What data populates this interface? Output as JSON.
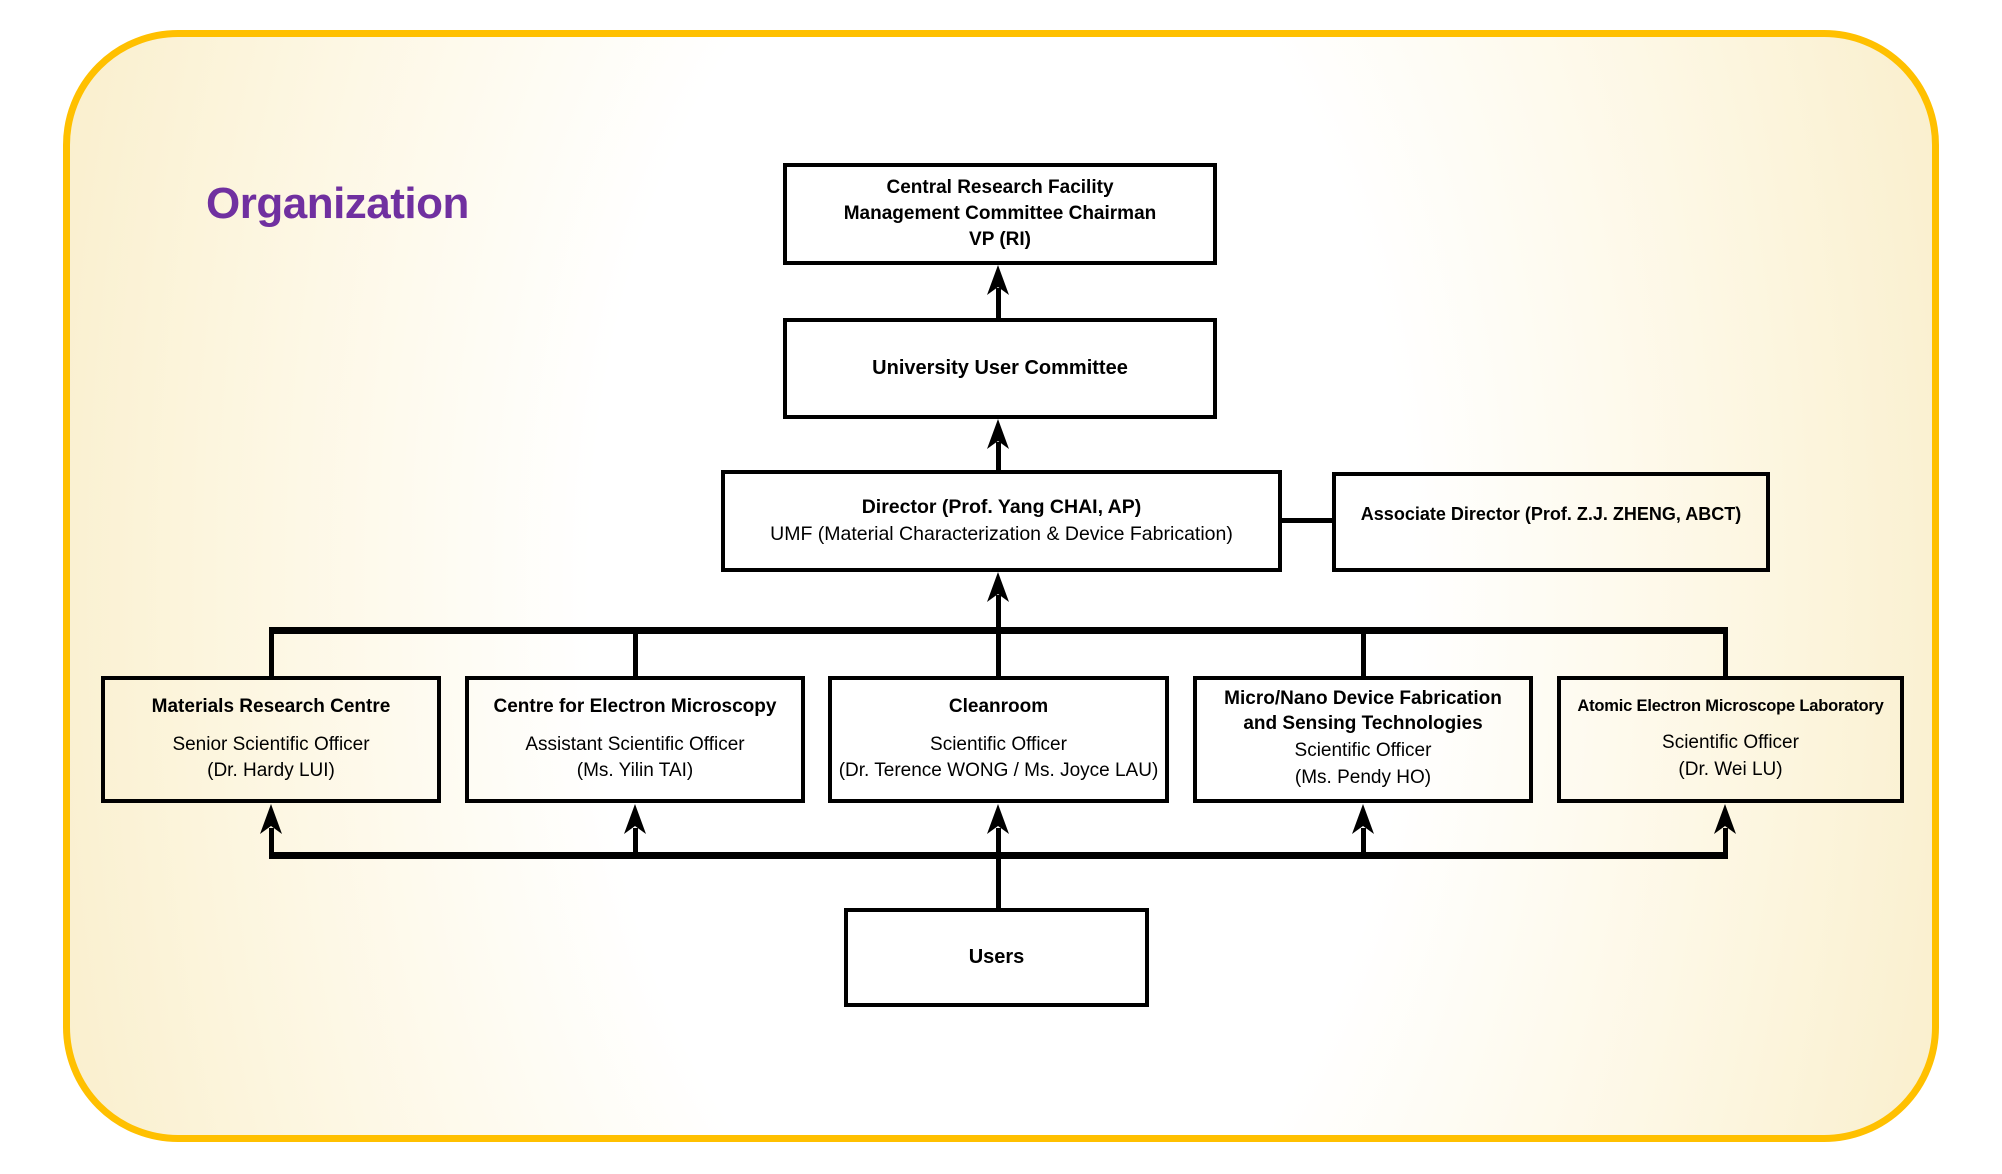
{
  "page": {
    "title": "Organization",
    "title_color": "#7030A0",
    "border_color": "#FFC000",
    "line_color": "#000000"
  },
  "nodes": {
    "chairman": {
      "lines": [
        "Central Research Facility",
        "Management Committee Chairman",
        "VP (RI)"
      ]
    },
    "committee": {
      "label": "University User Committee"
    },
    "director": {
      "title": "Director (Prof. Yang CHAI, AP)",
      "subtitle": "UMF (Material Characterization & Device Fabrication)"
    },
    "associate_director": {
      "label": "Associate Director (Prof. Z.J. ZHENG, ABCT)"
    },
    "users": {
      "label": "Users"
    }
  },
  "departments": [
    {
      "name": "Materials Research Centre",
      "officer": "Senior Scientific Officer",
      "person": "(Dr. Hardy LUI)"
    },
    {
      "name": "Centre for Electron Microscopy",
      "officer": "Assistant Scientific Officer",
      "person": "(Ms. Yilin TAI)"
    },
    {
      "name": "Cleanroom",
      "officer": "Scientific Officer",
      "person": "(Dr. Terence WONG / Ms. Joyce LAU)"
    },
    {
      "name": "Micro/Nano Device Fabrication and Sensing Technologies",
      "officer": "Scientific Officer",
      "person": "(Ms. Pendy HO)"
    },
    {
      "name": "Atomic Electron Microscope Laboratory",
      "officer": "Scientific Officer",
      "person": "(Dr. Wei LU)"
    }
  ]
}
